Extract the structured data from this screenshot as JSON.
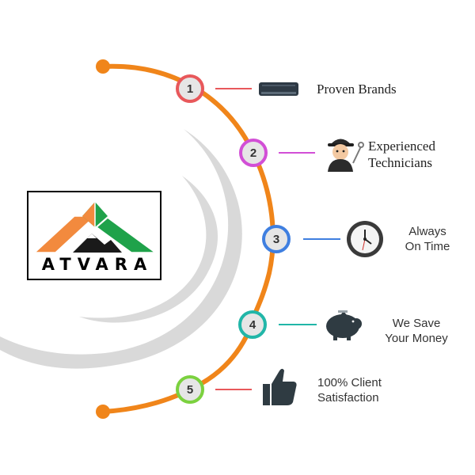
{
  "brand": {
    "name": "ATVARA",
    "colors": {
      "orange": "#F28A3E",
      "green": "#1FA24A",
      "dark_green": "#2E7D3A"
    }
  },
  "arc_color": "#F0851A",
  "steps": [
    {
      "number": "1",
      "ring_color": "#E8585B",
      "icon": "air-conditioner-icon",
      "label_lines": [
        "Proven Brands"
      ]
    },
    {
      "number": "2",
      "ring_color": "#D24FD6",
      "icon": "technician-icon",
      "label_lines": [
        "Experienced",
        "Technicians"
      ]
    },
    {
      "number": "3",
      "ring_color": "#3F7FE0",
      "icon": "clock-icon",
      "label_lines": [
        "Always",
        "On Time"
      ]
    },
    {
      "number": "4",
      "ring_color": "#21B6A8",
      "icon": "piggy-bank-icon",
      "label_lines": [
        "We Save",
        "Your Money"
      ]
    },
    {
      "number": "5",
      "ring_color": "#7BD13F",
      "icon": "thumbs-up-icon",
      "label_lines": [
        "100% Client",
        "Satisfaction"
      ]
    }
  ]
}
